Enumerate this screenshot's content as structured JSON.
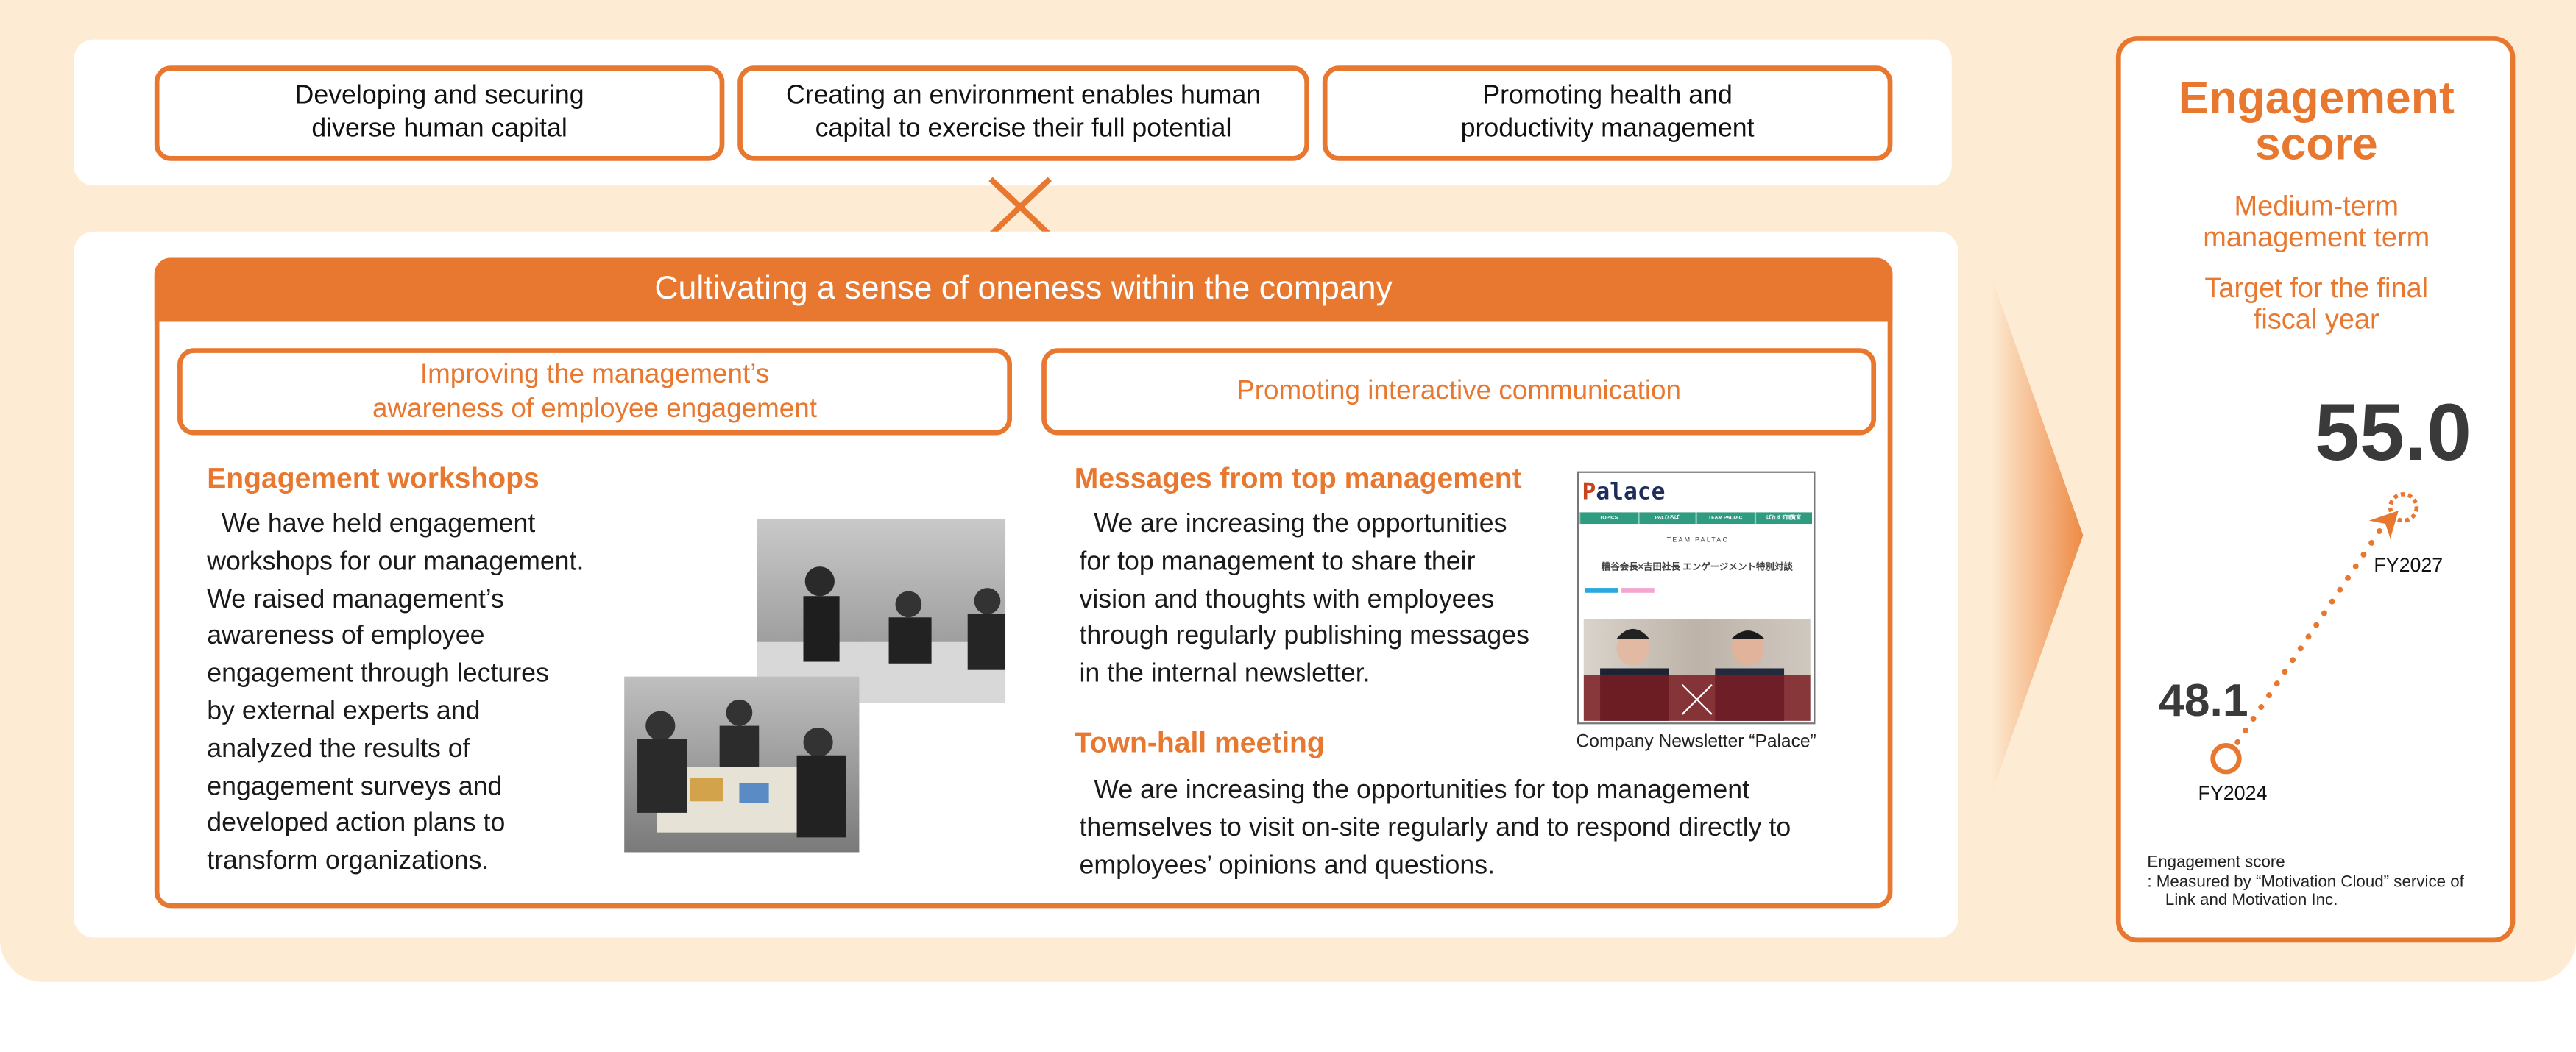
{
  "pillars": [
    {
      "line1": "Developing and securing",
      "line2": "diverse human capital"
    },
    {
      "line1": "Creating an environment enables human",
      "line2": "capital to exercise their full potential"
    },
    {
      "line1": "Promoting health and",
      "line2": "productivity management"
    }
  ],
  "main": {
    "title": "Cultivating a sense of oneness within the company",
    "left": {
      "subheader_line1": "Improving the management’s",
      "subheader_line2": "awareness of employee engagement",
      "heading": "Engagement workshops",
      "lines": [
        "  We have held engagement",
        "workshops for our management.",
        "We raised management’s",
        "awareness of employee",
        "engagement through lectures",
        "by external experts and",
        "analyzed the results of",
        "engagement surveys and",
        "developed action plans to",
        "transform organizations."
      ]
    },
    "right": {
      "subheader": "Promoting interactive communication",
      "messages_heading": "Messages from top management",
      "messages_lines": [
        "  We are increasing the opportunities",
        "for top management to share their",
        "vision and thoughts with employees",
        "through regularly publishing messages",
        "in the internal newsletter."
      ],
      "newsletter_caption": "Company Newsletter “Palace”",
      "newsletter": {
        "logo": "Palace",
        "nav": [
          "TOPICS",
          "PALひろば",
          "TEAM PALTAC",
          "ぱれすず閲覧室"
        ],
        "section": "TEAM PALTAC",
        "article_title": "糟谷会長×吉田社長 エンゲージメント特別対談"
      },
      "townhall_heading": "Town-hall meeting",
      "townhall_lines": [
        "  We are increasing the opportunities for top management",
        "themselves to visit on-site regularly and to respond directly to",
        "employees’ opinions and questions."
      ]
    }
  },
  "score": {
    "title_line1": "Engagement",
    "title_line2": "score",
    "term_line1": "Medium-term",
    "term_line2": "management term",
    "target_line1": "Target for the final",
    "target_line2": "fiscal year",
    "target_value": "55.0",
    "target_label": "FY2027",
    "current_value": "48.1",
    "current_label": "FY2024",
    "note_line1": "Engagement score",
    "note_line2": ": Measured by “Motivation Cloud” service of",
    "note_line3": "Link and Motivation Inc."
  },
  "colors": {
    "accent": "#e8782f",
    "background": "#fdebd3",
    "value_text": "#3a3a3a"
  }
}
